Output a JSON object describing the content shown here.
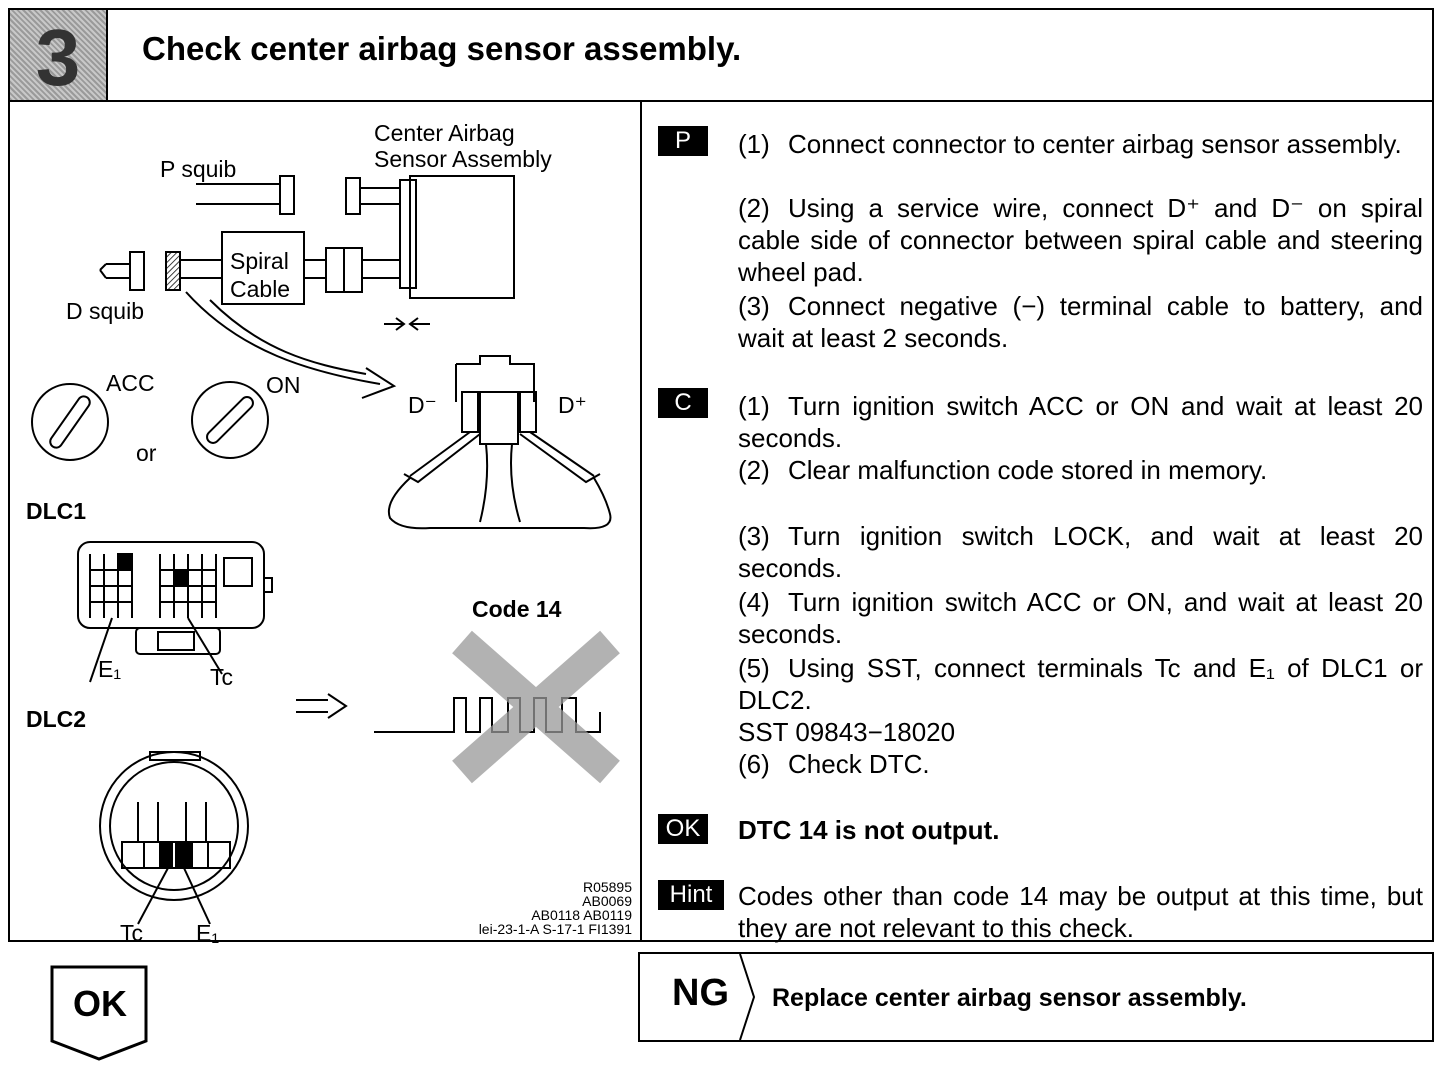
{
  "header": {
    "step_number": "3",
    "title": "Check center airbag sensor assembly."
  },
  "diagram": {
    "labels": {
      "center_airbag": "Center Airbag",
      "sensor_assembly": "Sensor Assembly",
      "p_squib": "P squib",
      "d_squib": "D squib",
      "spiral": "Spiral",
      "cable": "Cable",
      "acc": "ACC",
      "on": "ON",
      "or": "or",
      "d_minus": "D⁻",
      "d_plus": "D⁺",
      "dlc1": "DLC1",
      "dlc2": "DLC2",
      "e1_top": "E₁",
      "tc_top": "Tc",
      "tc_bottom": "Tc",
      "e1_bottom": "E₁",
      "code_14": "Code 14"
    },
    "refs": [
      "R05895",
      "AB0069",
      "AB0118 AB0119",
      "lei-23-1-A S-17-1 FI1391"
    ]
  },
  "procedure": {
    "p_tag": "P",
    "p_steps": [
      {
        "n": "(1)",
        "text": "Connect connector to center airbag sensor assembly."
      },
      {
        "n": "(2)",
        "text": "Using a service wire, connect D⁺ and D⁻ on spiral cable side of connector between spiral cable and steering wheel pad."
      },
      {
        "n": "(3)",
        "text": "Connect negative (−) terminal cable to battery, and wait at least 2 seconds."
      }
    ],
    "c_tag": "C",
    "c_steps": [
      {
        "n": "(1)",
        "text": "Turn ignition switch ACC or ON and wait at least 20 seconds."
      },
      {
        "n": "(2)",
        "text": "Clear malfunction code stored in memory."
      },
      {
        "n": "(3)",
        "text": "Turn ignition switch LOCK, and wait at least 20 seconds."
      },
      {
        "n": "(4)",
        "text": "Turn ignition switch ACC or ON, and wait at least 20 seconds."
      },
      {
        "n": "(5)",
        "text": "Using SST, connect terminals Tc and E₁ of DLC1 or DLC2."
      }
    ],
    "sst": "SST 09843−18020",
    "c_step6": {
      "n": "(6)",
      "text": "Check DTC."
    },
    "ok_tag": "OK",
    "ok_text": "DTC 14 is not output.",
    "hint_tag": "Hint",
    "hint_text": "Codes other than code 14 may be output at this time, but they are not relevant to this check."
  },
  "result": {
    "ok_label": "OK",
    "ng_label": "NG",
    "ng_text": "Replace center airbag sensor assembly."
  }
}
